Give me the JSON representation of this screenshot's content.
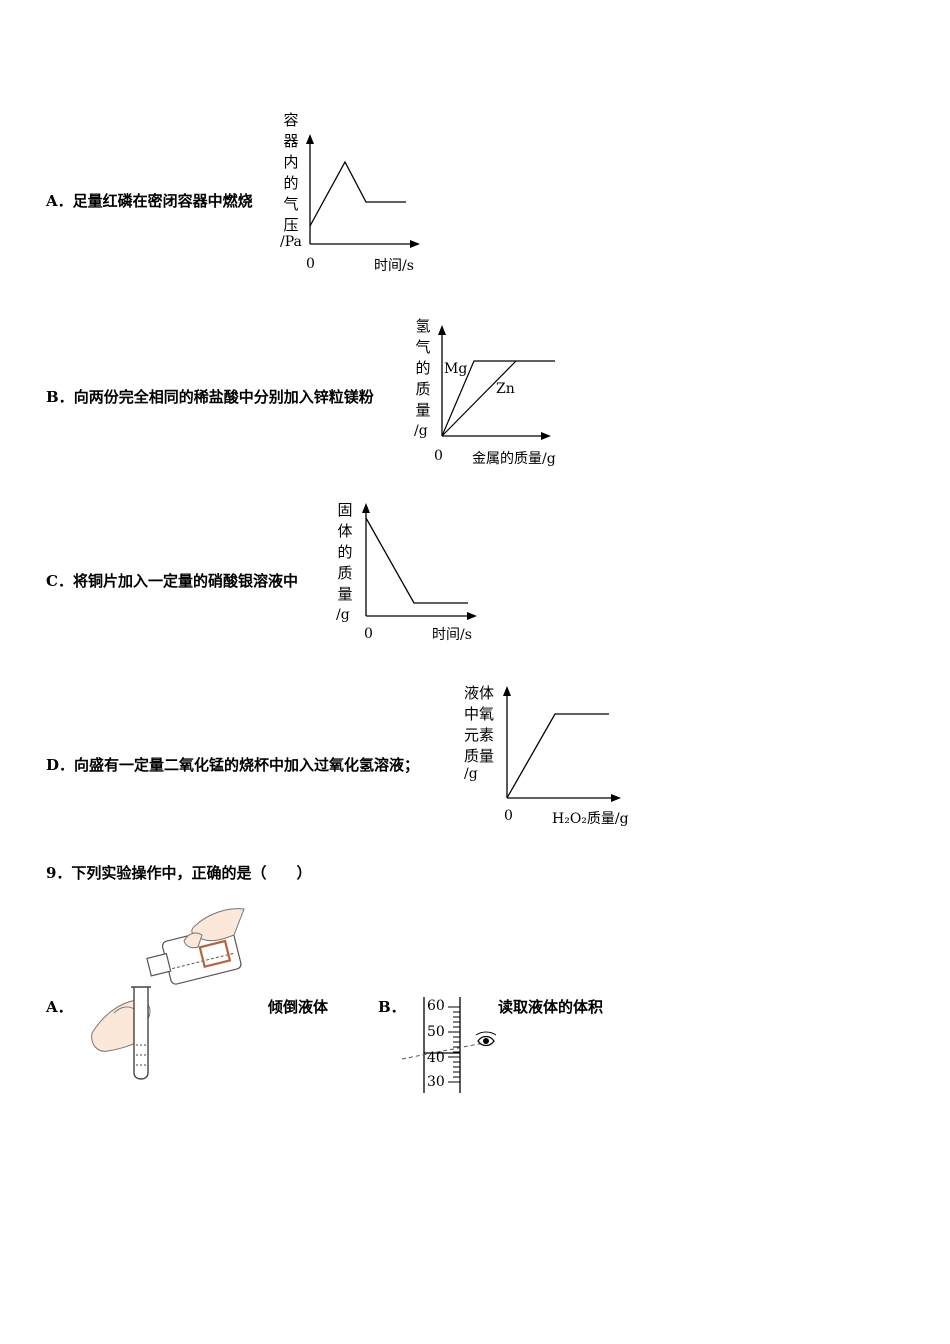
{
  "options": {
    "A": {
      "letter": "A．",
      "text": "足量红磷在密闭容器中燃烧"
    },
    "B": {
      "letter": "B．",
      "text": "向两份完全相同的稀盐酸中分别加入锌粒镁粉"
    },
    "C": {
      "letter": "C．",
      "text": "将铜片加入一定量的硝酸银溶液中"
    },
    "D": {
      "letter": "D．",
      "text": "向盛有一定量二氧化锰的烧杯中加入过氧化氢溶液；"
    }
  },
  "charts": {
    "A": {
      "ylabel_chars": [
        "容",
        "器",
        "内",
        "的",
        "气",
        "压"
      ],
      "yunit": "/Pa",
      "origin": "0",
      "xlabel": "时间/s"
    },
    "B": {
      "ylabel_chars": [
        "氢",
        "气",
        "的",
        "质",
        "量"
      ],
      "yunit": "/g",
      "origin": "0",
      "xlabel": "金属的质量/g",
      "series1": "Mg",
      "series2": "Zn"
    },
    "C": {
      "ylabel_chars": [
        "固",
        "体",
        "的",
        "质",
        "量"
      ],
      "yunit": "/g",
      "origin": "0",
      "xlabel": "时间/s"
    },
    "D": {
      "ylabel_lines": [
        "液体",
        "中氧",
        "元素",
        "质量"
      ],
      "yunit": "/g",
      "origin": "0",
      "xlabel": "H₂O₂质量/g"
    }
  },
  "question9": {
    "stem": "9．下列实验操作中，正确的是（　　）",
    "A": {
      "letter": "A．",
      "caption": "倾倒液体"
    },
    "B": {
      "letter": "B．",
      "caption": "读取液体的体积",
      "ticks": [
        "60",
        "50",
        "40",
        "30"
      ]
    }
  }
}
